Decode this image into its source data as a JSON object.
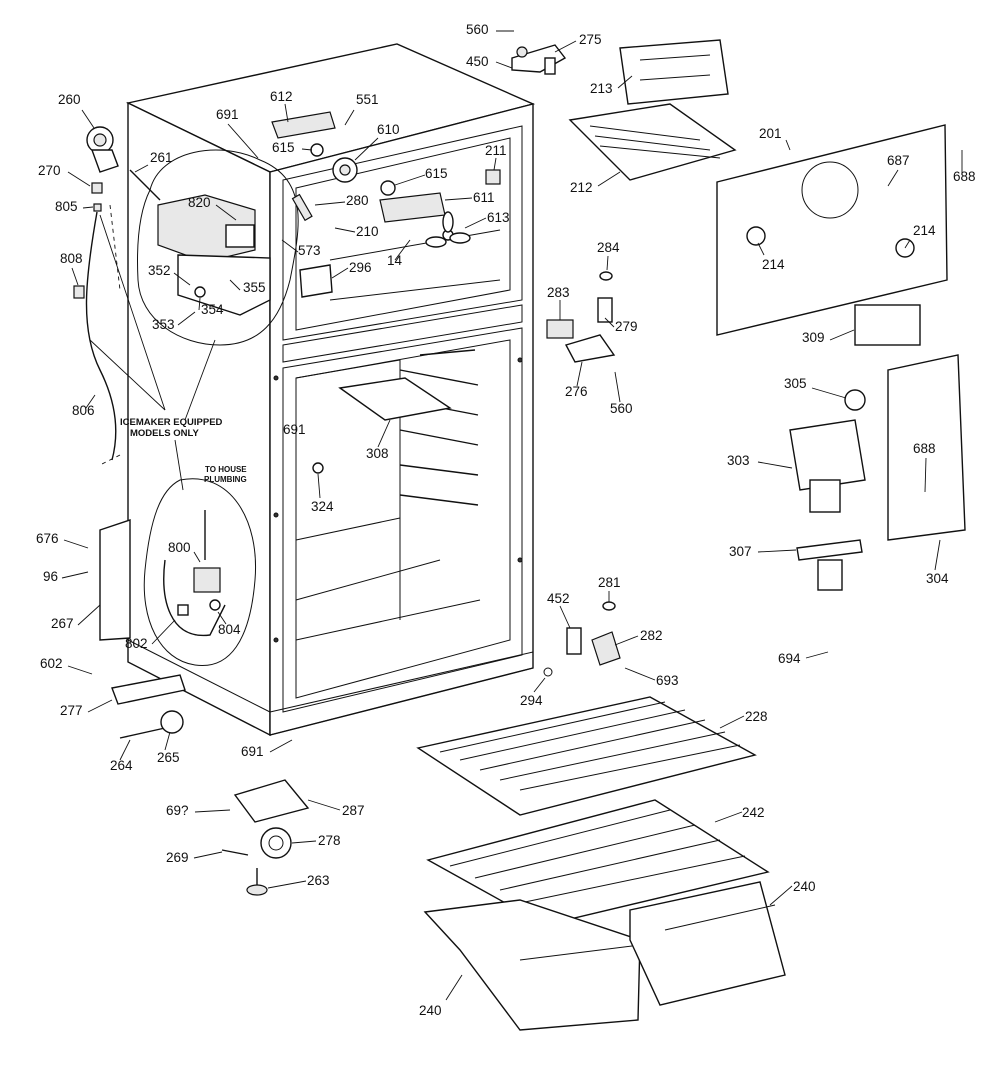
{
  "notes": {
    "icemaker": [
      "ICEMAKER EQUIPPED",
      "MODELS ONLY"
    ],
    "house": [
      "TO HOUSE",
      "PLUMBING"
    ]
  },
  "callouts": [
    {
      "id": "c560a",
      "text": "560"
    },
    {
      "id": "c275",
      "text": "275"
    },
    {
      "id": "c450",
      "text": "450"
    },
    {
      "id": "c213",
      "text": "213"
    },
    {
      "id": "c260",
      "text": "260"
    },
    {
      "id": "c612",
      "text": "612"
    },
    {
      "id": "c551",
      "text": "551"
    },
    {
      "id": "c691a",
      "text": "691"
    },
    {
      "id": "c610",
      "text": "610"
    },
    {
      "id": "c615a",
      "text": "615"
    },
    {
      "id": "c270",
      "text": "270"
    },
    {
      "id": "c261",
      "text": "261"
    },
    {
      "id": "c211",
      "text": "211"
    },
    {
      "id": "c201",
      "text": "201"
    },
    {
      "id": "c688a",
      "text": "688"
    },
    {
      "id": "c805",
      "text": "805"
    },
    {
      "id": "c820",
      "text": "820"
    },
    {
      "id": "c615b",
      "text": "615"
    },
    {
      "id": "c687",
      "text": "687"
    },
    {
      "id": "c212",
      "text": "212"
    },
    {
      "id": "c611",
      "text": "611"
    },
    {
      "id": "c280",
      "text": "280"
    },
    {
      "id": "c613",
      "text": "613"
    },
    {
      "id": "c210",
      "text": "210"
    },
    {
      "id": "c573",
      "text": "573"
    },
    {
      "id": "c214a",
      "text": "214"
    },
    {
      "id": "c214b",
      "text": "214"
    },
    {
      "id": "c284",
      "text": "284"
    },
    {
      "id": "c14",
      "text": "14"
    },
    {
      "id": "c808",
      "text": "808"
    },
    {
      "id": "c296",
      "text": "296"
    },
    {
      "id": "c352",
      "text": "352"
    },
    {
      "id": "c355",
      "text": "355"
    },
    {
      "id": "c283",
      "text": "283"
    },
    {
      "id": "c279",
      "text": "279"
    },
    {
      "id": "c354",
      "text": "354"
    },
    {
      "id": "c353",
      "text": "353"
    },
    {
      "id": "c309",
      "text": "309"
    },
    {
      "id": "c276",
      "text": "276"
    },
    {
      "id": "c305",
      "text": "305"
    },
    {
      "id": "c560b",
      "text": "560"
    },
    {
      "id": "c806",
      "text": "806"
    },
    {
      "id": "c691b",
      "text": "691"
    },
    {
      "id": "c308",
      "text": "308"
    },
    {
      "id": "c303",
      "text": "303"
    },
    {
      "id": "c688b",
      "text": "688"
    },
    {
      "id": "c324",
      "text": "324"
    },
    {
      "id": "c676",
      "text": "676"
    },
    {
      "id": "c800",
      "text": "800"
    },
    {
      "id": "c307",
      "text": "307"
    },
    {
      "id": "c304",
      "text": "304"
    },
    {
      "id": "c96",
      "text": "96"
    },
    {
      "id": "c452",
      "text": "452"
    },
    {
      "id": "c281",
      "text": "281"
    },
    {
      "id": "c267",
      "text": "267"
    },
    {
      "id": "c804",
      "text": "804"
    },
    {
      "id": "c282",
      "text": "282"
    },
    {
      "id": "c802",
      "text": "802"
    },
    {
      "id": "c694",
      "text": "694"
    },
    {
      "id": "c602",
      "text": "602"
    },
    {
      "id": "c693",
      "text": "693"
    },
    {
      "id": "c294",
      "text": "294"
    },
    {
      "id": "c277",
      "text": "277"
    },
    {
      "id": "c228",
      "text": "228"
    },
    {
      "id": "c691c",
      "text": "691"
    },
    {
      "id": "c264",
      "text": "264"
    },
    {
      "id": "c265",
      "text": "265"
    },
    {
      "id": "c242",
      "text": "242"
    },
    {
      "id": "c692",
      "text": "69?"
    },
    {
      "id": "c287",
      "text": "287"
    },
    {
      "id": "c269",
      "text": "269"
    },
    {
      "id": "c278",
      "text": "278"
    },
    {
      "id": "c240a",
      "text": "240"
    },
    {
      "id": "c263",
      "text": "263"
    },
    {
      "id": "c240b",
      "text": "240"
    }
  ]
}
